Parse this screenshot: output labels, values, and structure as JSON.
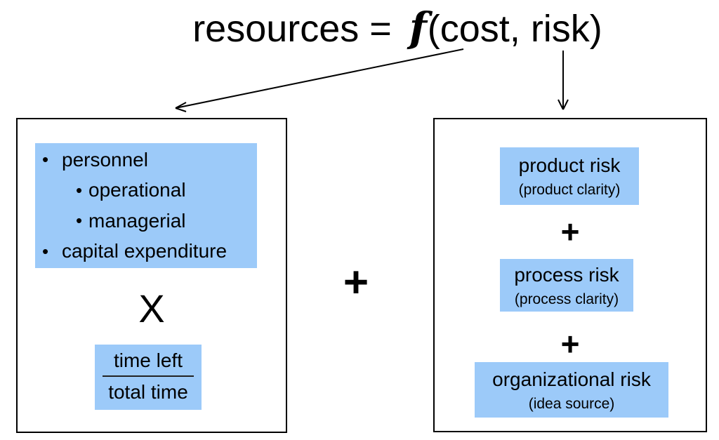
{
  "title": {
    "prefix": "resources = ",
    "function_symbol": "f",
    "suffix": "(cost, risk)"
  },
  "operators": {
    "plus": "+",
    "multiply": "X"
  },
  "bullet_char": "•",
  "colors": {
    "highlight": "#9CCAF9",
    "line": "#000000"
  },
  "left_box": {
    "bullets": [
      {
        "label": "personnel",
        "level": 1
      },
      {
        "label": "operational",
        "level": 2
      },
      {
        "label": "managerial",
        "level": 2
      },
      {
        "label": "capital expenditure",
        "level": 1
      }
    ],
    "fraction": {
      "numerator": "time left",
      "denominator": "total time"
    }
  },
  "right_box": {
    "items": [
      {
        "title": "product risk",
        "subtitle": "(product clarity)"
      },
      {
        "title": "process risk",
        "subtitle": "(process clarity)"
      },
      {
        "title": "organizational risk",
        "subtitle": "(idea source)"
      }
    ]
  }
}
